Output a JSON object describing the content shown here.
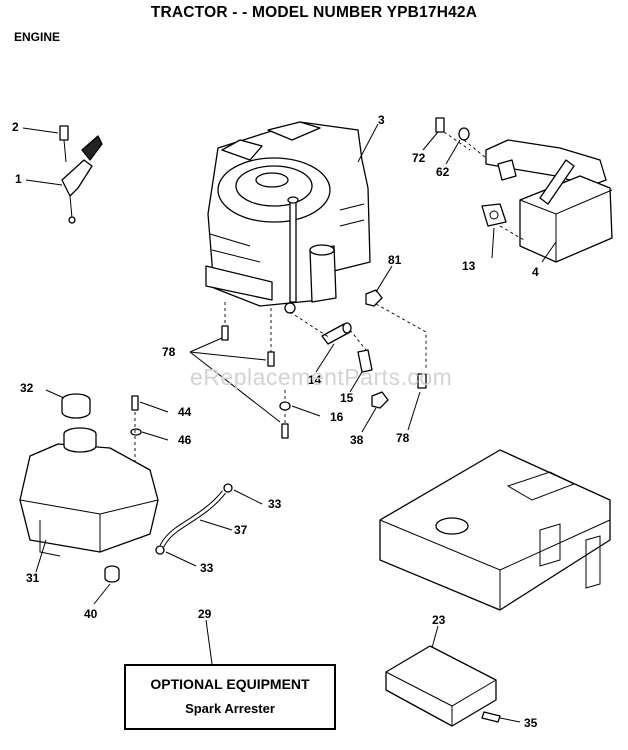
{
  "header": {
    "title": "TRACTOR - - MODEL NUMBER YPB17H42A",
    "section": "ENGINE"
  },
  "watermark": "eReplacementParts.com",
  "optional_box": {
    "title": "OPTIONAL EQUIPMENT",
    "subtitle": "Spark Arrester"
  },
  "callouts": {
    "p1": "1",
    "p2": "2",
    "p3": "3",
    "p4": "4",
    "p13": "13",
    "p14": "14",
    "p15": "15",
    "p16": "16",
    "p23": "23",
    "p29": "29",
    "p31": "31",
    "p32": "32",
    "p33a": "33",
    "p33b": "33",
    "p35": "35",
    "p37": "37",
    "p38": "38",
    "p40": "40",
    "p44": "44",
    "p46": "46",
    "p62": "62",
    "p72": "72",
    "p78a": "78",
    "p78b": "78",
    "p81": "81"
  }
}
